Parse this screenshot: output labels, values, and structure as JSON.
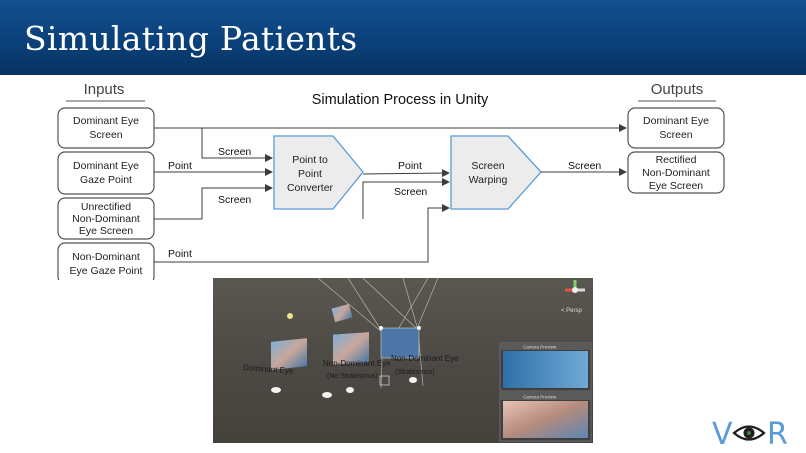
{
  "slide": {
    "title": "Simulating Patients",
    "header_color": "#0b4785"
  },
  "diagram": {
    "title": "Simulation Process in Unity",
    "inputs_heading": "Inputs",
    "outputs_heading": "Outputs",
    "inputs": [
      {
        "line1": "Dominant Eye",
        "line2": "Screen"
      },
      {
        "line1": "Dominant Eye",
        "line2": "Gaze Point"
      },
      {
        "line1": "Unrectified",
        "line2": "Non-Dominant",
        "line3": "Eye Screen"
      },
      {
        "line1": "Non-Dominant",
        "line2": "Eye Gaze Point"
      }
    ],
    "processes": [
      {
        "line1": "Point to",
        "line2": "Point",
        "line3": "Converter"
      },
      {
        "line1": "Screen",
        "line2": "Warping"
      }
    ],
    "outputs": [
      {
        "line1": "Dominant Eye",
        "line2": "Screen"
      },
      {
        "line1": "Rectified",
        "line2": "Non-Dominant",
        "line3": "Eye Screen"
      }
    ],
    "edge_labels": {
      "screen_a": "Screen",
      "point_a": "Point",
      "screen_b": "Screen",
      "point_b": "Point",
      "screen_c": "Screen",
      "point_c": "Point",
      "screen_out": "Screen"
    },
    "process_fill": "#ececec",
    "process_stroke": "#5b9bd5"
  },
  "scene": {
    "label_dominant": "Dominant Eye",
    "label_nondom_1": "Non-Dominant Eye",
    "label_nondom_1_sub": "(No Strabismus)",
    "label_nondom_2": "Non-Dominant Eye",
    "label_nondom_2_sub": "(Strabismus)",
    "persp": "< Persp",
    "preview_1": "Camera Preview",
    "preview_2": "Camera Preview"
  },
  "logo": {
    "letter_v": "V",
    "letter_r": "R",
    "color": "#5a9bd5"
  }
}
